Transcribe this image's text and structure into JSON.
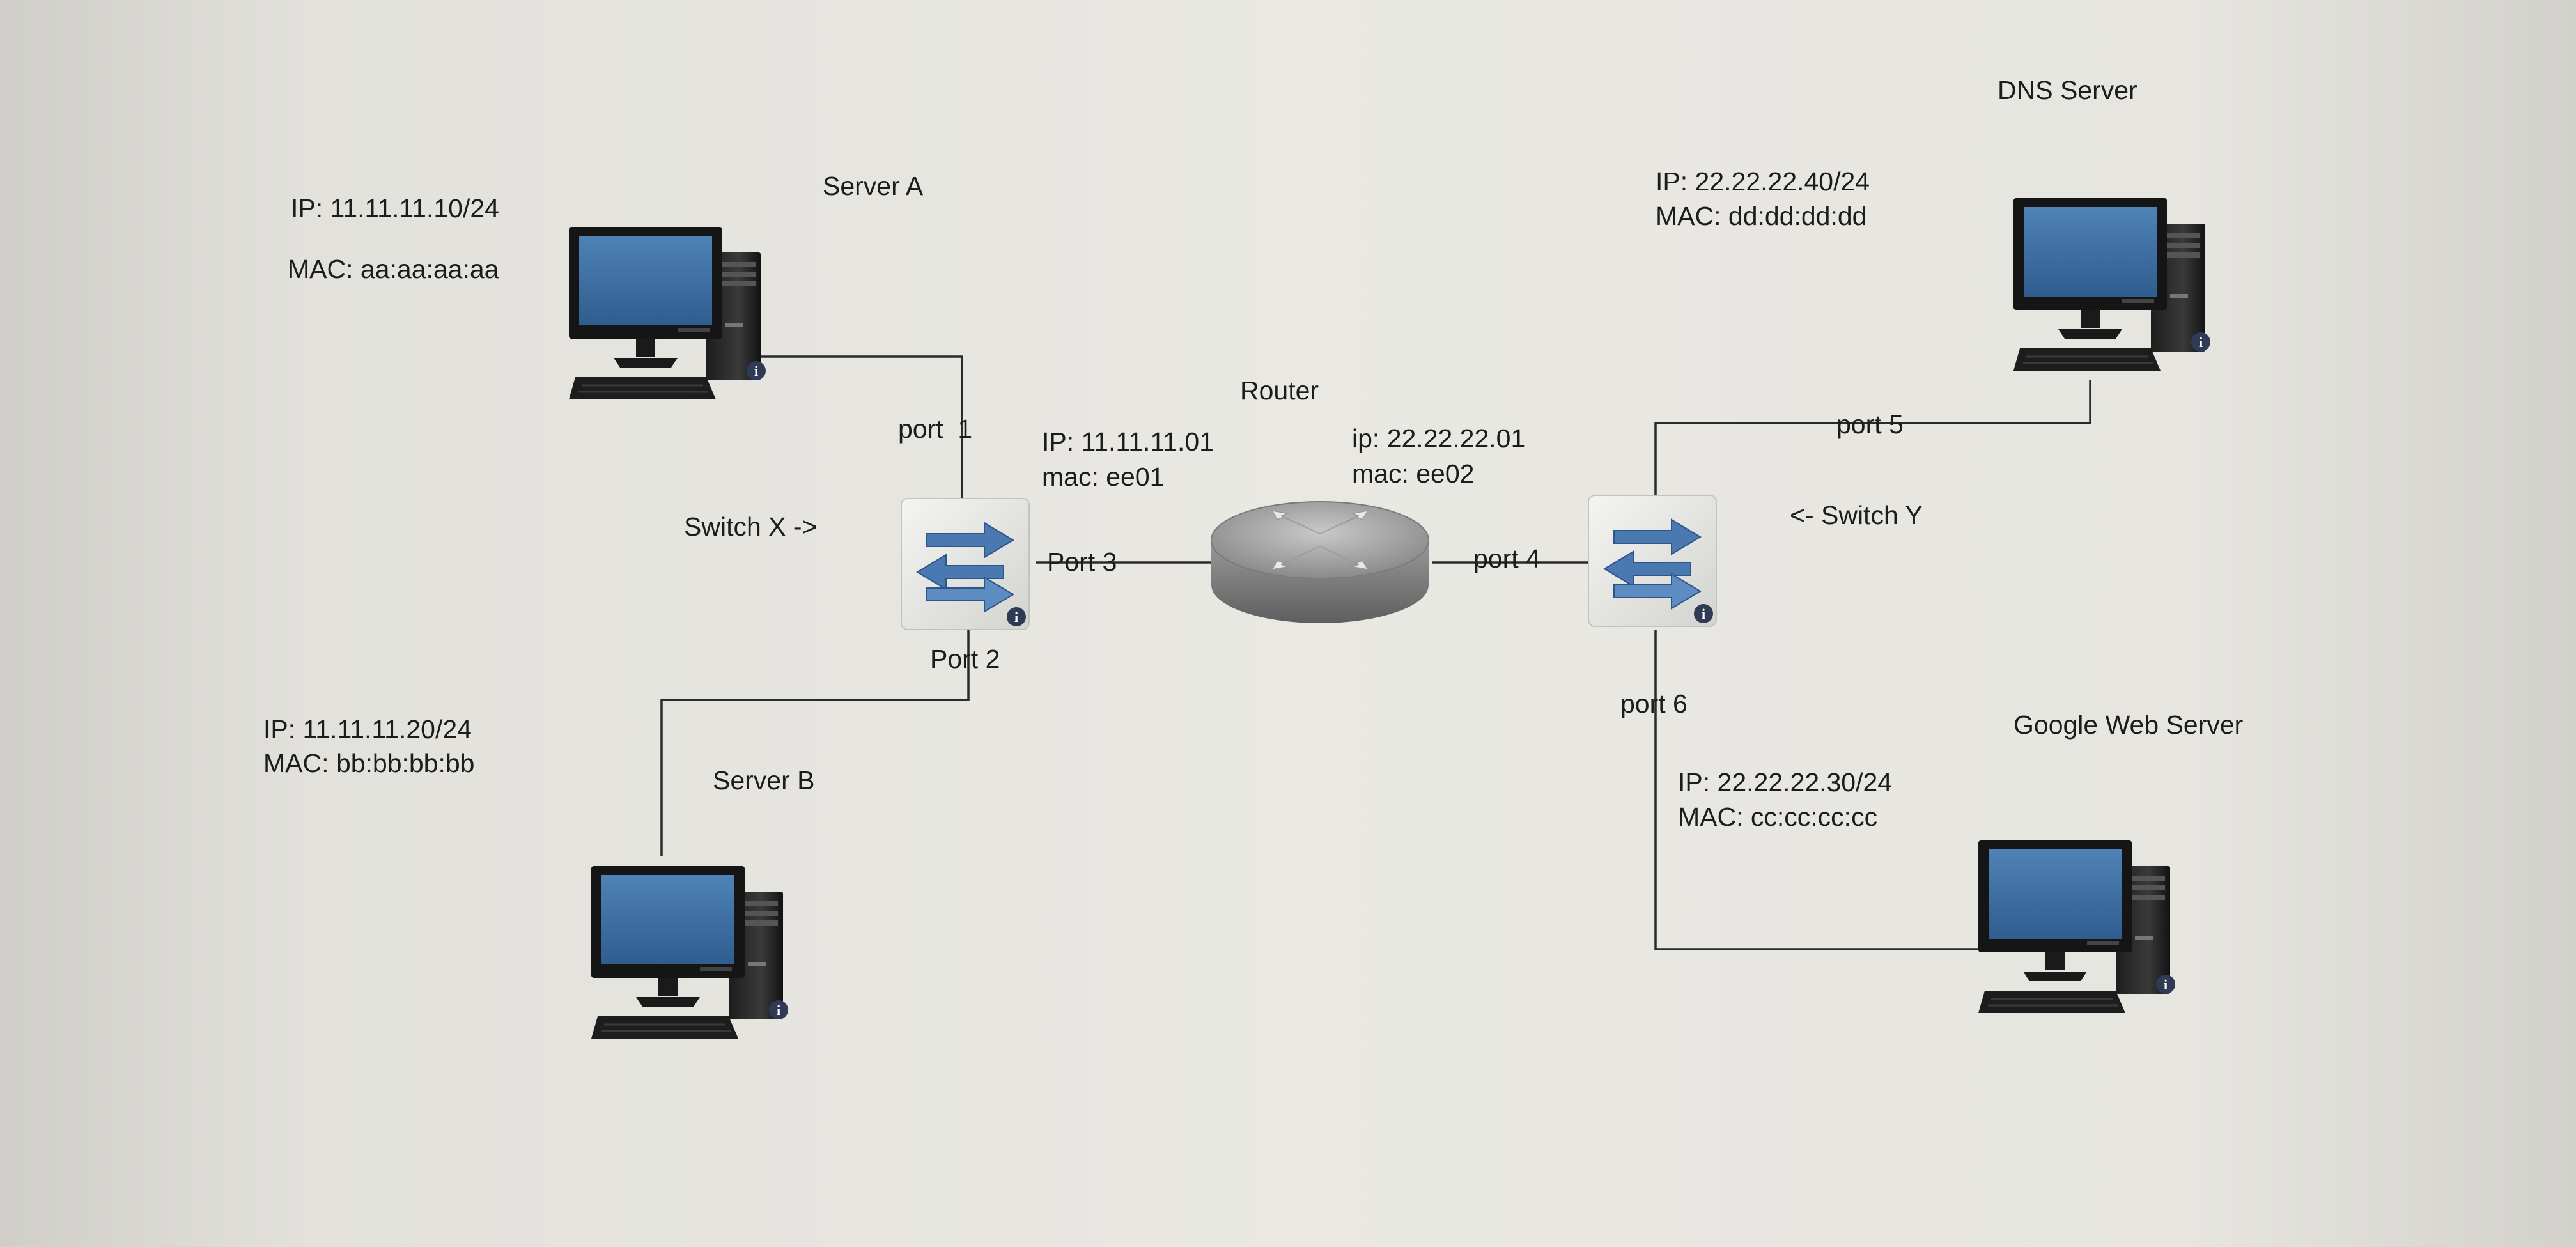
{
  "devices": {
    "server_a": {
      "name": "Server A",
      "ip": "IP: 11.11.11.10/24",
      "mac": "MAC: aa:aa:aa:aa"
    },
    "server_b": {
      "name": "Server B",
      "ip": "IP: 11.11.11.20/24",
      "mac": "MAC: bb:bb:bb:bb"
    },
    "dns_server": {
      "name": "DNS Server",
      "ip": "IP: 22.22.22.40/24",
      "mac": "MAC: dd:dd:dd:dd"
    },
    "google_web_server": {
      "name": "Google Web Server",
      "ip": "IP: 22.22.22.30/24",
      "mac": "MAC: cc:cc:cc:cc"
    },
    "router": {
      "name": "Router",
      "left_ip": "IP: 11.11.11.01",
      "left_mac": "mac: ee01",
      "right_ip": "ip: 22.22.22.01",
      "right_mac": "mac: ee02"
    },
    "switch_x": {
      "name": "Switch X ->"
    },
    "switch_y": {
      "name": "<- Switch Y"
    }
  },
  "ports": {
    "port1": "port  1",
    "port2": "Port 2",
    "port3": "Port 3",
    "port4": "port 4",
    "port5": "port 5",
    "port6": "port 6"
  },
  "icons": {
    "computer": "desktop-computer-icon",
    "switch": "network-switch-icon",
    "router": "router-icon",
    "info": "info-icon"
  },
  "colors": {
    "monitor_screen": "#3f6f9f",
    "switch_arrows": "#4a78b0",
    "router_body": "#8d8d8d",
    "wire": "#2a2a2a",
    "background": "#e8e7e2"
  }
}
